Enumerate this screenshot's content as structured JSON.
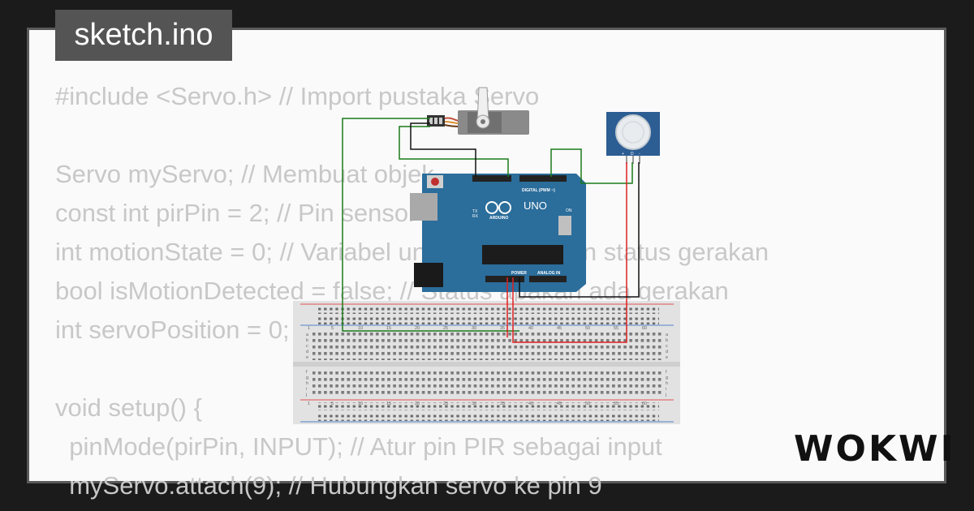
{
  "file_tab": {
    "title": "sketch.ino"
  },
  "code_lines": [
    "#include <Servo.h> // Import pustaka Servo",
    "",
    "Servo myServo; // Membuat objek",
    "const int pirPin = 2; // Pin sensor",
    "int motionState = 0; // Variabel untuk menyimpan status gerakan",
    "bool isMotionDetected = false; // Status apakah ada gerakan",
    "int servoPosition = 0;",
    "",
    "void setup() {",
    "  pinMode(pirPin, INPUT); // Atur pin PIR sebagai input",
    "  myServo.attach(9); // Hubungkan servo ke pin 9"
  ],
  "board": {
    "logo_text": "UNO",
    "brand_text": "ARDUINO",
    "digital_header": "DIGITAL (PWM ~)",
    "power_label": "POWER",
    "analog_label": "ANALOG IN",
    "on_label": "ON",
    "tx_label": "TX",
    "rx_label": "RX"
  },
  "breadboard": {
    "column_numbers": [
      "1",
      "5",
      "10",
      "15",
      "20",
      "25",
      "30",
      "35",
      "40",
      "45",
      "50",
      "55",
      "60"
    ],
    "row_letters_top": [
      "a",
      "b",
      "c",
      "d",
      "e"
    ],
    "row_letters_bottom": [
      "f",
      "g",
      "h",
      "i",
      "j"
    ]
  },
  "pir": {
    "pin_labels": [
      "+",
      "D",
      "-"
    ]
  },
  "brand": {
    "name": "WOKWI"
  },
  "colors": {
    "wire_green": "#1a7a1a",
    "wire_red": "#e02020",
    "wire_black": "#111111",
    "board_blue": "#2b6d9b",
    "servo_gray": "#8a8a8a"
  }
}
